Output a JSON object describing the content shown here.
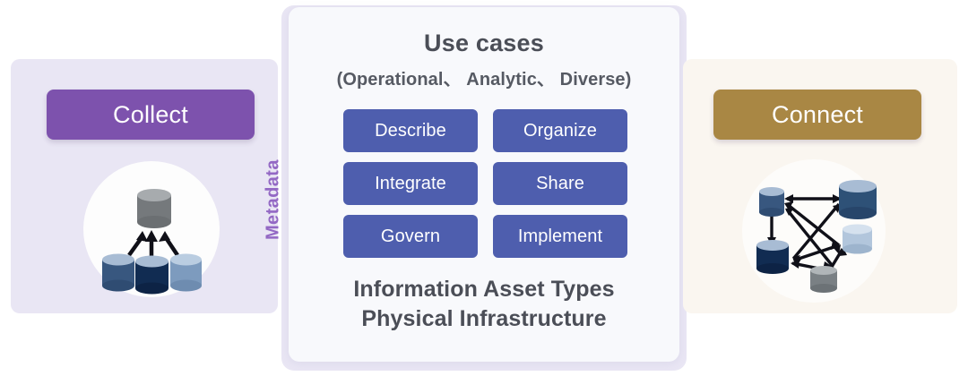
{
  "left_panel": {
    "button_label": "Collect",
    "button_color": "#7d52ad",
    "panel_color": "#e9e6f4",
    "icon_name": "collect-databases-icon"
  },
  "connector": {
    "label": "Metadata",
    "color": "#9368c4"
  },
  "center_card": {
    "title": "Use cases",
    "subtitle": "(Operational、 Analytic、 Diverse)",
    "card_color": "#f8f9fc",
    "button_color": "#4e5eae",
    "use_cases": [
      {
        "label": "Describe"
      },
      {
        "label": "Organize"
      },
      {
        "label": "Integrate"
      },
      {
        "label": "Share"
      },
      {
        "label": "Govern"
      },
      {
        "label": "Implement"
      }
    ],
    "footer_line_1": "Information Asset Types",
    "footer_line_2": "Physical Infrastructure"
  },
  "right_panel": {
    "button_label": "Connect",
    "button_color": "#a98744",
    "panel_color": "#faf6f0",
    "icon_name": "connect-network-icon"
  }
}
